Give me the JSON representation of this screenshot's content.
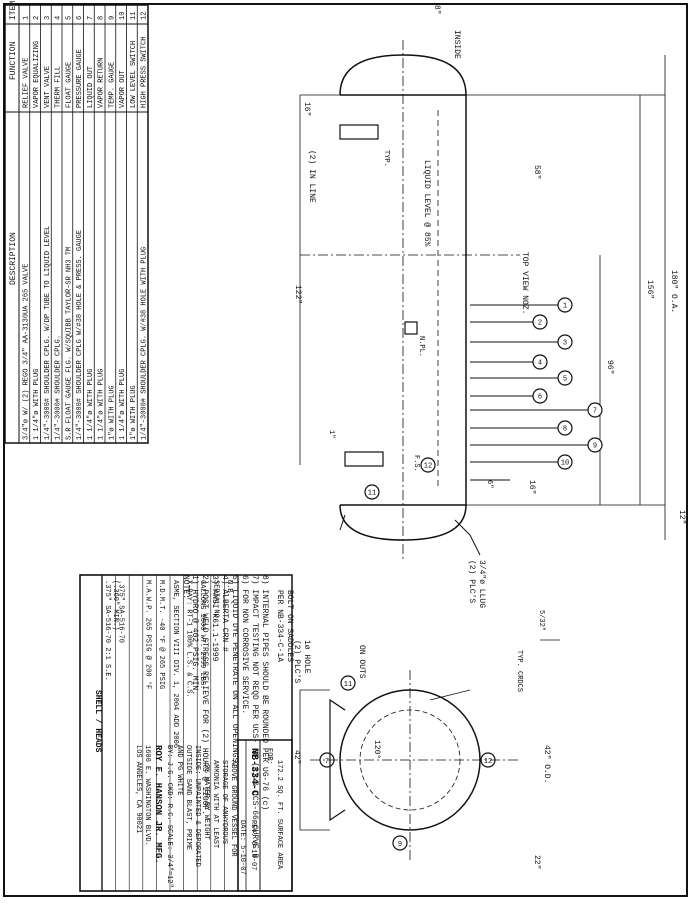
{
  "items_table": {
    "header": {
      "item": "ITEM",
      "function": "FUNCTION",
      "description": "DESCRIPTION"
    },
    "rows": [
      {
        "item": "1",
        "function": "RELIEF VALVE",
        "description": "3/4\"ø W/ (2) REGO 3/4\" AA-3130UA 265 VALVE"
      },
      {
        "item": "2",
        "function": "VAPOR EQUALIZING",
        "description": "1 1/4\"ø WITH PLUG"
      },
      {
        "item": "3",
        "function": "VENT VALVE",
        "description": "1/4\"-3000# SHOULDER CPLG. W/DP TUBE TO LIQUID LEVEL"
      },
      {
        "item": "4",
        "function": "THERM FILL",
        "description": "1/4\"-3000# SHOULDER CPLG."
      },
      {
        "item": "5",
        "function": "FLOAT GAUGE",
        "description": "S.R FLOAT GAUGE FLG. W/SQUIBB TAYLOR-SR NH3 TM"
      },
      {
        "item": "6",
        "function": "PRESSURE GAUGE",
        "description": "1/4\"-3000# SHOULDER CPLG W/#38 HOLE & PRESS. GAUGE"
      },
      {
        "item": "7",
        "function": "LIQUID OUT",
        "description": "1 1/4\"ø WITH PLUG"
      },
      {
        "item": "8",
        "function": "VAPOR RETURN",
        "description": "1 1/4\"ø WITH PLUG"
      },
      {
        "item": "9",
        "function": "TEMP. GAUGE",
        "description": "1\"ø WITH PLUG"
      },
      {
        "item": "10",
        "function": "VAPOR OUT",
        "description": "1 1/4\"ø WITH PLUG"
      },
      {
        "item": "11",
        "function": "LOW LEVEL SWITCH",
        "description": "1\"ø WITH PLUG"
      },
      {
        "item": "12",
        "function": "HIGH PRESS SWITCH",
        "description": "1/4\"-3000# SHOULDER CPLG. W/#38 HOLE WITH PLUG"
      }
    ]
  },
  "side_view": {
    "inside": "INSIDE",
    "top_view_noz": "TOP VIEW NOZ.",
    "liquid_level": "LIQUID LEVEL @ 85%",
    "typ": "TYP.",
    "in_line": "(2) IN LINE",
    "nameplate": "N.PL.",
    "fs": "F.S.",
    "lug": "3/4\"ø LLUG",
    "plcs": "(2) PLC'S",
    "dims": {
      "oa": "180\" O.A.",
      "shell": "156\"",
      "d96": "96\"",
      "d122": "122\"",
      "d58": "58\"",
      "d16a": "16\"",
      "d16b": "16\"",
      "d12": "12\"",
      "d8": "8\"",
      "d6": "6\"",
      "d1": "1\""
    },
    "nozzles": [
      "1",
      "2",
      "3",
      "4",
      "5",
      "6",
      "7",
      "8",
      "9",
      "10",
      "11",
      "12"
    ]
  },
  "end_view": {
    "bolt_saddles": "BOLT ON SADDLES",
    "per_drawing": "PER NB-334-C-1A",
    "hole": "1ø HOLE",
    "plcs": "(2) PLC'S",
    "on_outs": "ON OUTS",
    "od": "42\" O.D.",
    "d42": "42\"",
    "d120": "120°",
    "d22": "22\"",
    "typ_crdcs": "TYP. CRDCS",
    "sk": "5/32\""
  },
  "notes": {
    "title": "NOTE:",
    "lines": [
      "1) HYDRO @ 402 PSIG. MIN.",
      "2) POST WELD STRESS RELIEVE FOR (2) HOURS @ 1100F.",
      "3) ANSI K61.1-1999",
      "4) ALBERTA CRN #",
      "5) LIQUID DYE PENETRATE ON ALL OPENINGS.",
      "6) FOR NON CORROSIVE SERVICE.",
      "7) IMPACT TESTING NOT REQD PER UCS- 68 (c) & UCS-66 CURVE B",
      "8) INTERNAL PIPES SHOULD BE ROUNDED PER UG-76 (c)"
    ]
  },
  "shell_heads": {
    "title": "SHELL / HEADS",
    "rows": [
      [
        ".375\" SA-516-70 2:1 S.E.",
        "(.360\" MIN.)"
      ],
      [
        ".375\" SA-516-70",
        ""
      ],
      [
        "",
        ""
      ],
      [
        "M.A.W.P.  265  PSIG @  200  °F",
        ""
      ],
      [
        "M.D.M.T.  -40  °F @  265  PSIG",
        ""
      ],
      [
        "ASME, SECTION VIII DIV. 1, 2004 ADD 2006",
        ""
      ],
      [
        "X-RAY: RT-1 100% L.S. & C.S.",
        ""
      ],
      [
        "GALLONS  1000     WT. 2999 LBS.",
        ""
      ],
      [
        "SERIAL NO.",
        ""
      ],
      [
        "N.B.",
        ""
      ]
    ]
  },
  "title_block": {
    "drawing_no": "NB-334-C",
    "rev": "REV. 6-19-07",
    "date": "DATE: 5-10-07",
    "for": "FOR:",
    "area": "172.2 SQ. FT. SURFACE AREA",
    "desc": [
      "ABOVE GROUND VESSEL FOR",
      "STORAGE OF ANHYDROUS",
      "AMMONIA WITH AT LEAST",
      ".2% WATER BY WEIGHT"
    ],
    "inside": "INSIDE: UNPAINTED & DEPORATED",
    "outside": "OUTSIDE SAND BLAST, PRIME",
    "outside2": "AND PG WHITE",
    "by": "BY: J.G.  CKD: R.C.  SCALE: 3/4\"=12\"",
    "company": "ROY E. HANSON JR. MFG.",
    "address1": "1600 E. WASHINGTON BLVD.",
    "address2": "LOS ANGELES, CA 90021"
  }
}
